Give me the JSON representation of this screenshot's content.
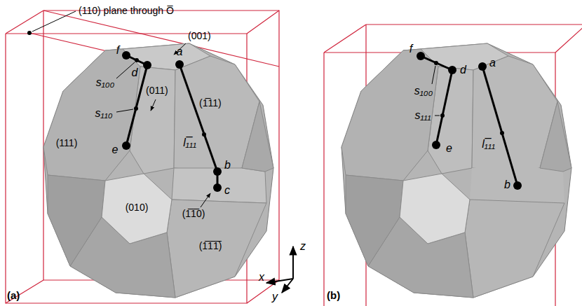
{
  "diagram": {
    "labels": [
      "(110) plane through O̅",
      "f",
      "(001)",
      "a",
      "d",
      "s₁₀₀",
      "(011)",
      "s₁₁₀",
      "(111)",
      "(1̅11)",
      "e",
      "l₁̅₁₁",
      "b",
      "c",
      "(010)",
      "(1̅1̅0)",
      "(1̅1̅1̅)",
      "z",
      "x",
      "y",
      "(a)",
      "f",
      "d",
      "s₁₀₀",
      "a",
      "s₁₁₁",
      "e",
      "l₁̅₁₁",
      "b",
      "(b)"
    ]
  }
}
